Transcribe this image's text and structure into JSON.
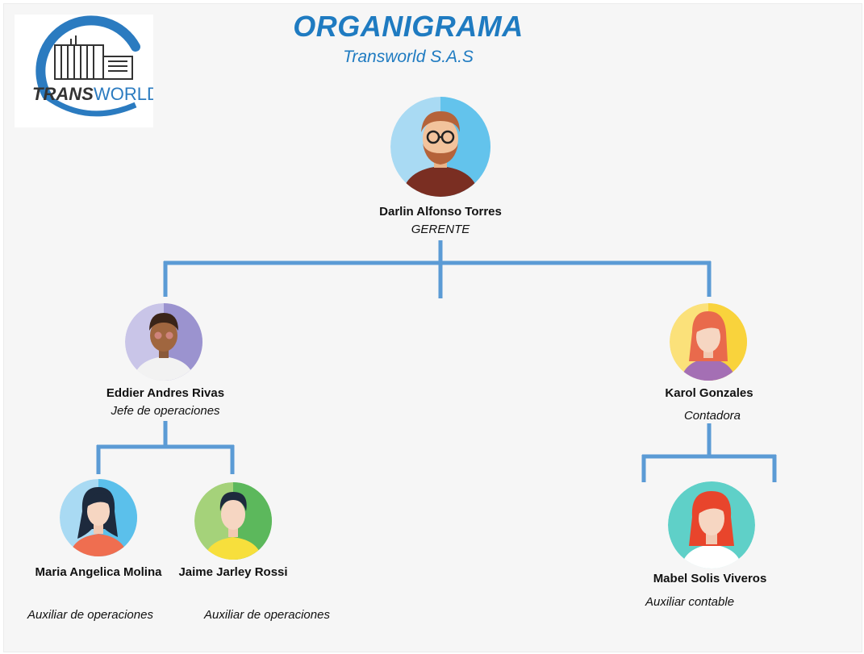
{
  "header": {
    "title": "ORGANIGRAMA",
    "subtitle": "Transworld S.A.S"
  },
  "logo": {
    "text_trans": "TRANS",
    "text_world": "WORLD",
    "icon": "truck-icon"
  },
  "colors": {
    "connector": "#5b9bd5",
    "title": "#1f7bc1"
  },
  "people": [
    {
      "name": "Darlin Alfonso Torres",
      "role": "GERENTE",
      "avatar_bg": "#5bc0eb"
    },
    {
      "name": "Eddier Andres Rivas",
      "role": "Jefe de operaciones",
      "avatar_bg": "#9b93cf"
    },
    {
      "name": "Karol Gonzales",
      "role": "Contadora",
      "avatar_bg": "#f9d33c"
    },
    {
      "name": "Maria Angelica Molina",
      "role": "Auxiliar de operaciones",
      "avatar_bg": "#5bc0eb"
    },
    {
      "name": "Jaime Jarley Rossi",
      "role": "Auxiliar de operaciones",
      "avatar_bg": "#5cb85c"
    },
    {
      "name": "Mabel Solis Viveros",
      "role": "Auxiliar contable",
      "avatar_bg": "#5fd0c8"
    }
  ]
}
